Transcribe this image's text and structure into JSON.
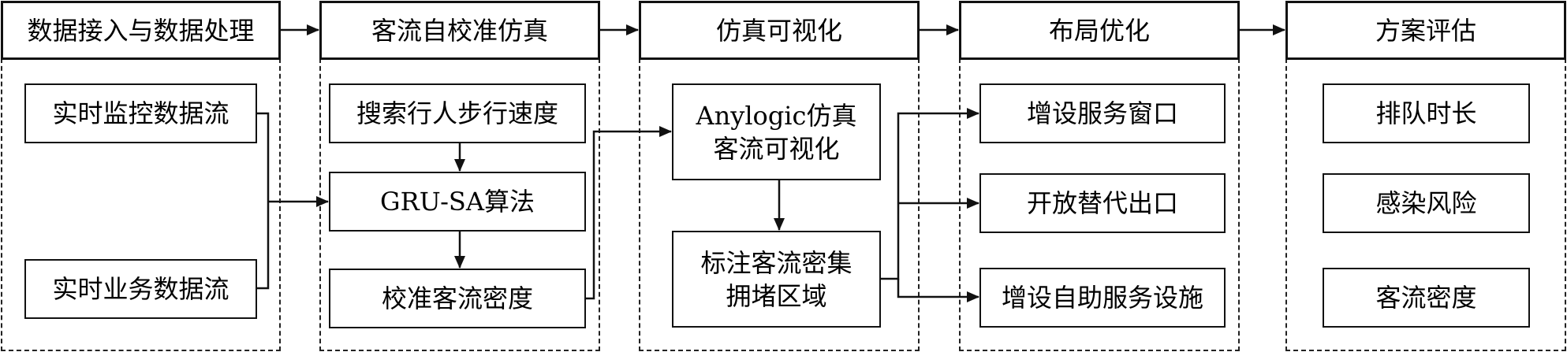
{
  "stages": [
    {
      "title": "数据接入与数据处理",
      "items": [
        "实时监控数据流",
        "实时业务数据流"
      ]
    },
    {
      "title": "客流自校准仿真",
      "items": [
        "搜索行人步行速度",
        "GRU-SA算法",
        "校准客流密度"
      ]
    },
    {
      "title": "仿真可视化",
      "items": [
        "Anylogic仿真\n客流可视化",
        "标注客流密集\n拥堵区域"
      ]
    },
    {
      "title": "布局优化",
      "items": [
        "增设服务窗口",
        "开放替代出口",
        "增设自助服务设施"
      ]
    },
    {
      "title": "方案评估",
      "items": [
        "排队时长",
        "感染风险",
        "客流密度"
      ]
    }
  ],
  "colors": {
    "line": "#111111",
    "background": "#ffffff"
  }
}
